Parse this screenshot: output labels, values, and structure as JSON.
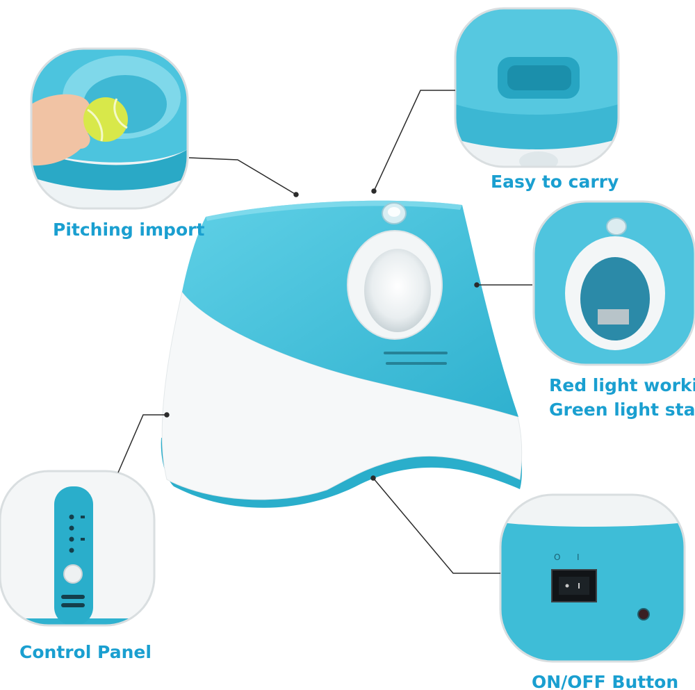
{
  "callouts": {
    "pitching_import": "Pitching import",
    "easy_to_carry": "Easy to carry",
    "red_light": "Red light working",
    "green_light": "Green light standb",
    "control_panel": "Control Panel",
    "on_off_button": "ON/OFF Button"
  },
  "switch_marks": {
    "off_symbol": "O",
    "on_symbol": "I"
  },
  "colors": {
    "body_blue": "#3fc0d9",
    "body_blue_dark": "#26a7c4",
    "body_white": "#f7f9fa",
    "callout_text": "#1a9fd0",
    "leader_line": "#2b2b2b",
    "ball_yellow": "#d8e84a"
  }
}
